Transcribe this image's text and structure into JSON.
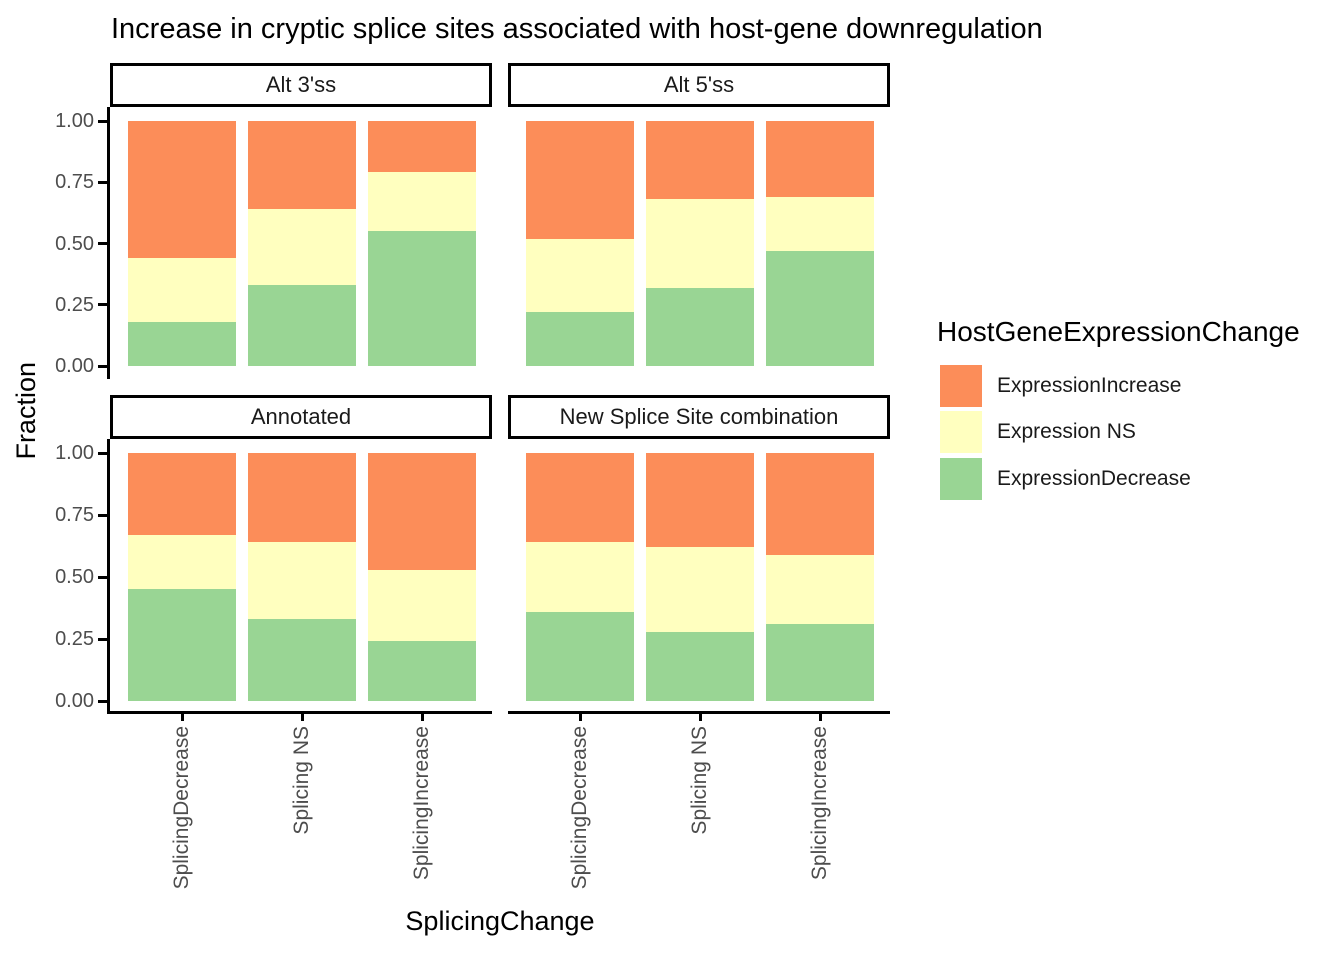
{
  "title": "Increase in cryptic splice sites associated with host-gene downregulation",
  "y_axis": {
    "label": "Fraction",
    "tick_labels": [
      "1.00",
      "0.75",
      "0.50",
      "0.25",
      "0.00"
    ]
  },
  "x_axis": {
    "label": "SplicingChange",
    "tick_labels": [
      "SplicingDecrease",
      "Splicing NS",
      "SplicingIncrease"
    ]
  },
  "legend": {
    "title": "HostGeneExpressionChange",
    "items": [
      {
        "label": "ExpressionIncrease",
        "color": "#FC8D59"
      },
      {
        "label": "Expression NS",
        "color": "#FFFFBF"
      },
      {
        "label": "ExpressionDecrease",
        "color": "#99D594"
      }
    ]
  },
  "chart_data": {
    "type": "bar",
    "stacked": true,
    "normalized": true,
    "title": "Increase in cryptic splice sites associated with host-gene downregulation",
    "xlabel": "SplicingChange",
    "ylabel": "Fraction",
    "ylim": [
      0,
      1
    ],
    "yticks": [
      0.0,
      0.25,
      0.5,
      0.75,
      1.0
    ],
    "grid": false,
    "legend_position": "right",
    "categories": [
      "SplicingDecrease",
      "Splicing NS",
      "SplicingIncrease"
    ],
    "stack_order": [
      "ExpressionDecrease",
      "Expression NS",
      "ExpressionIncrease"
    ],
    "colors": {
      "ExpressionIncrease": "#FC8D59",
      "Expression NS": "#FFFFBF",
      "ExpressionDecrease": "#99D594"
    },
    "facets": [
      {
        "label": "Alt 3'ss",
        "stacks": [
          [
            0.18,
            0.26,
            0.56
          ],
          [
            0.33,
            0.31,
            0.36
          ],
          [
            0.55,
            0.24,
            0.21
          ]
        ]
      },
      {
        "label": "Alt 5'ss",
        "stacks": [
          [
            0.22,
            0.3,
            0.48
          ],
          [
            0.32,
            0.36,
            0.32
          ],
          [
            0.47,
            0.22,
            0.31
          ]
        ]
      },
      {
        "label": "Annotated",
        "stacks": [
          [
            0.45,
            0.22,
            0.33
          ],
          [
            0.33,
            0.31,
            0.36
          ],
          [
            0.24,
            0.29,
            0.47
          ]
        ]
      },
      {
        "label": "New Splice Site combination",
        "stacks": [
          [
            0.36,
            0.28,
            0.36
          ],
          [
            0.28,
            0.34,
            0.38
          ],
          [
            0.31,
            0.28,
            0.41
          ]
        ]
      }
    ]
  }
}
